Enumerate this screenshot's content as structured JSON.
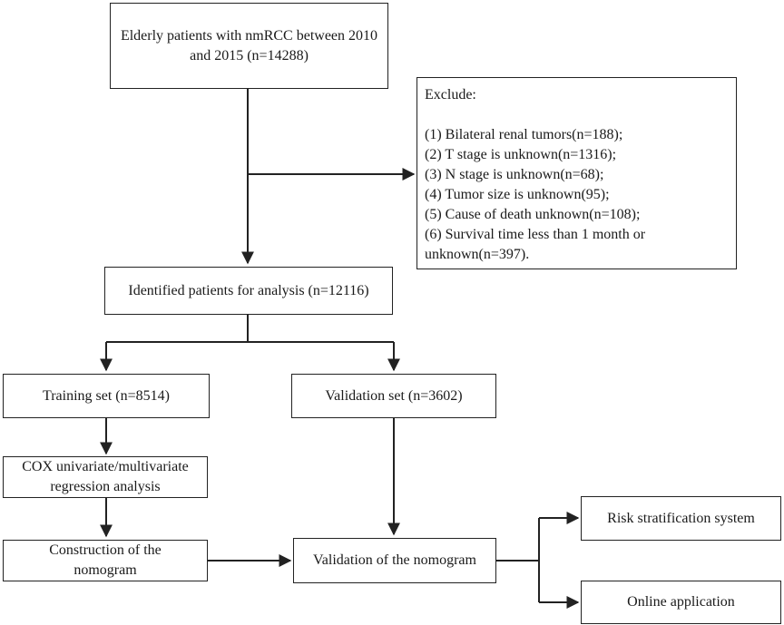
{
  "nodes": {
    "start": "Elderly patients with  nmRCC between 2010 and 2015 (n=14288)",
    "identified": "Identified patients for analysis (n=12116)",
    "training": "Training set (n=8514)",
    "validation_set": "Validation set (n=3602)",
    "cox": "COX univariate/multivariate regression analysis",
    "construction": "Construction of the nomogram",
    "validation_nomogram": "Validation of the nomogram",
    "risk": "Risk stratification system",
    "online": "Online application"
  },
  "exclude": {
    "title": "Exclude:",
    "items": [
      "(1) Bilateral renal tumors(n=188);",
      "(2) T stage is unknown(n=1316);",
      "(3) N stage is unknown(n=68);",
      "(4) Tumor size is unknown(95);",
      "(5) Cause of death unknown(n=108);",
      "(6) Survival time less than 1 month or unknown(n=397)."
    ]
  },
  "colors": {
    "line": "#222222",
    "background": "#ffffff"
  }
}
